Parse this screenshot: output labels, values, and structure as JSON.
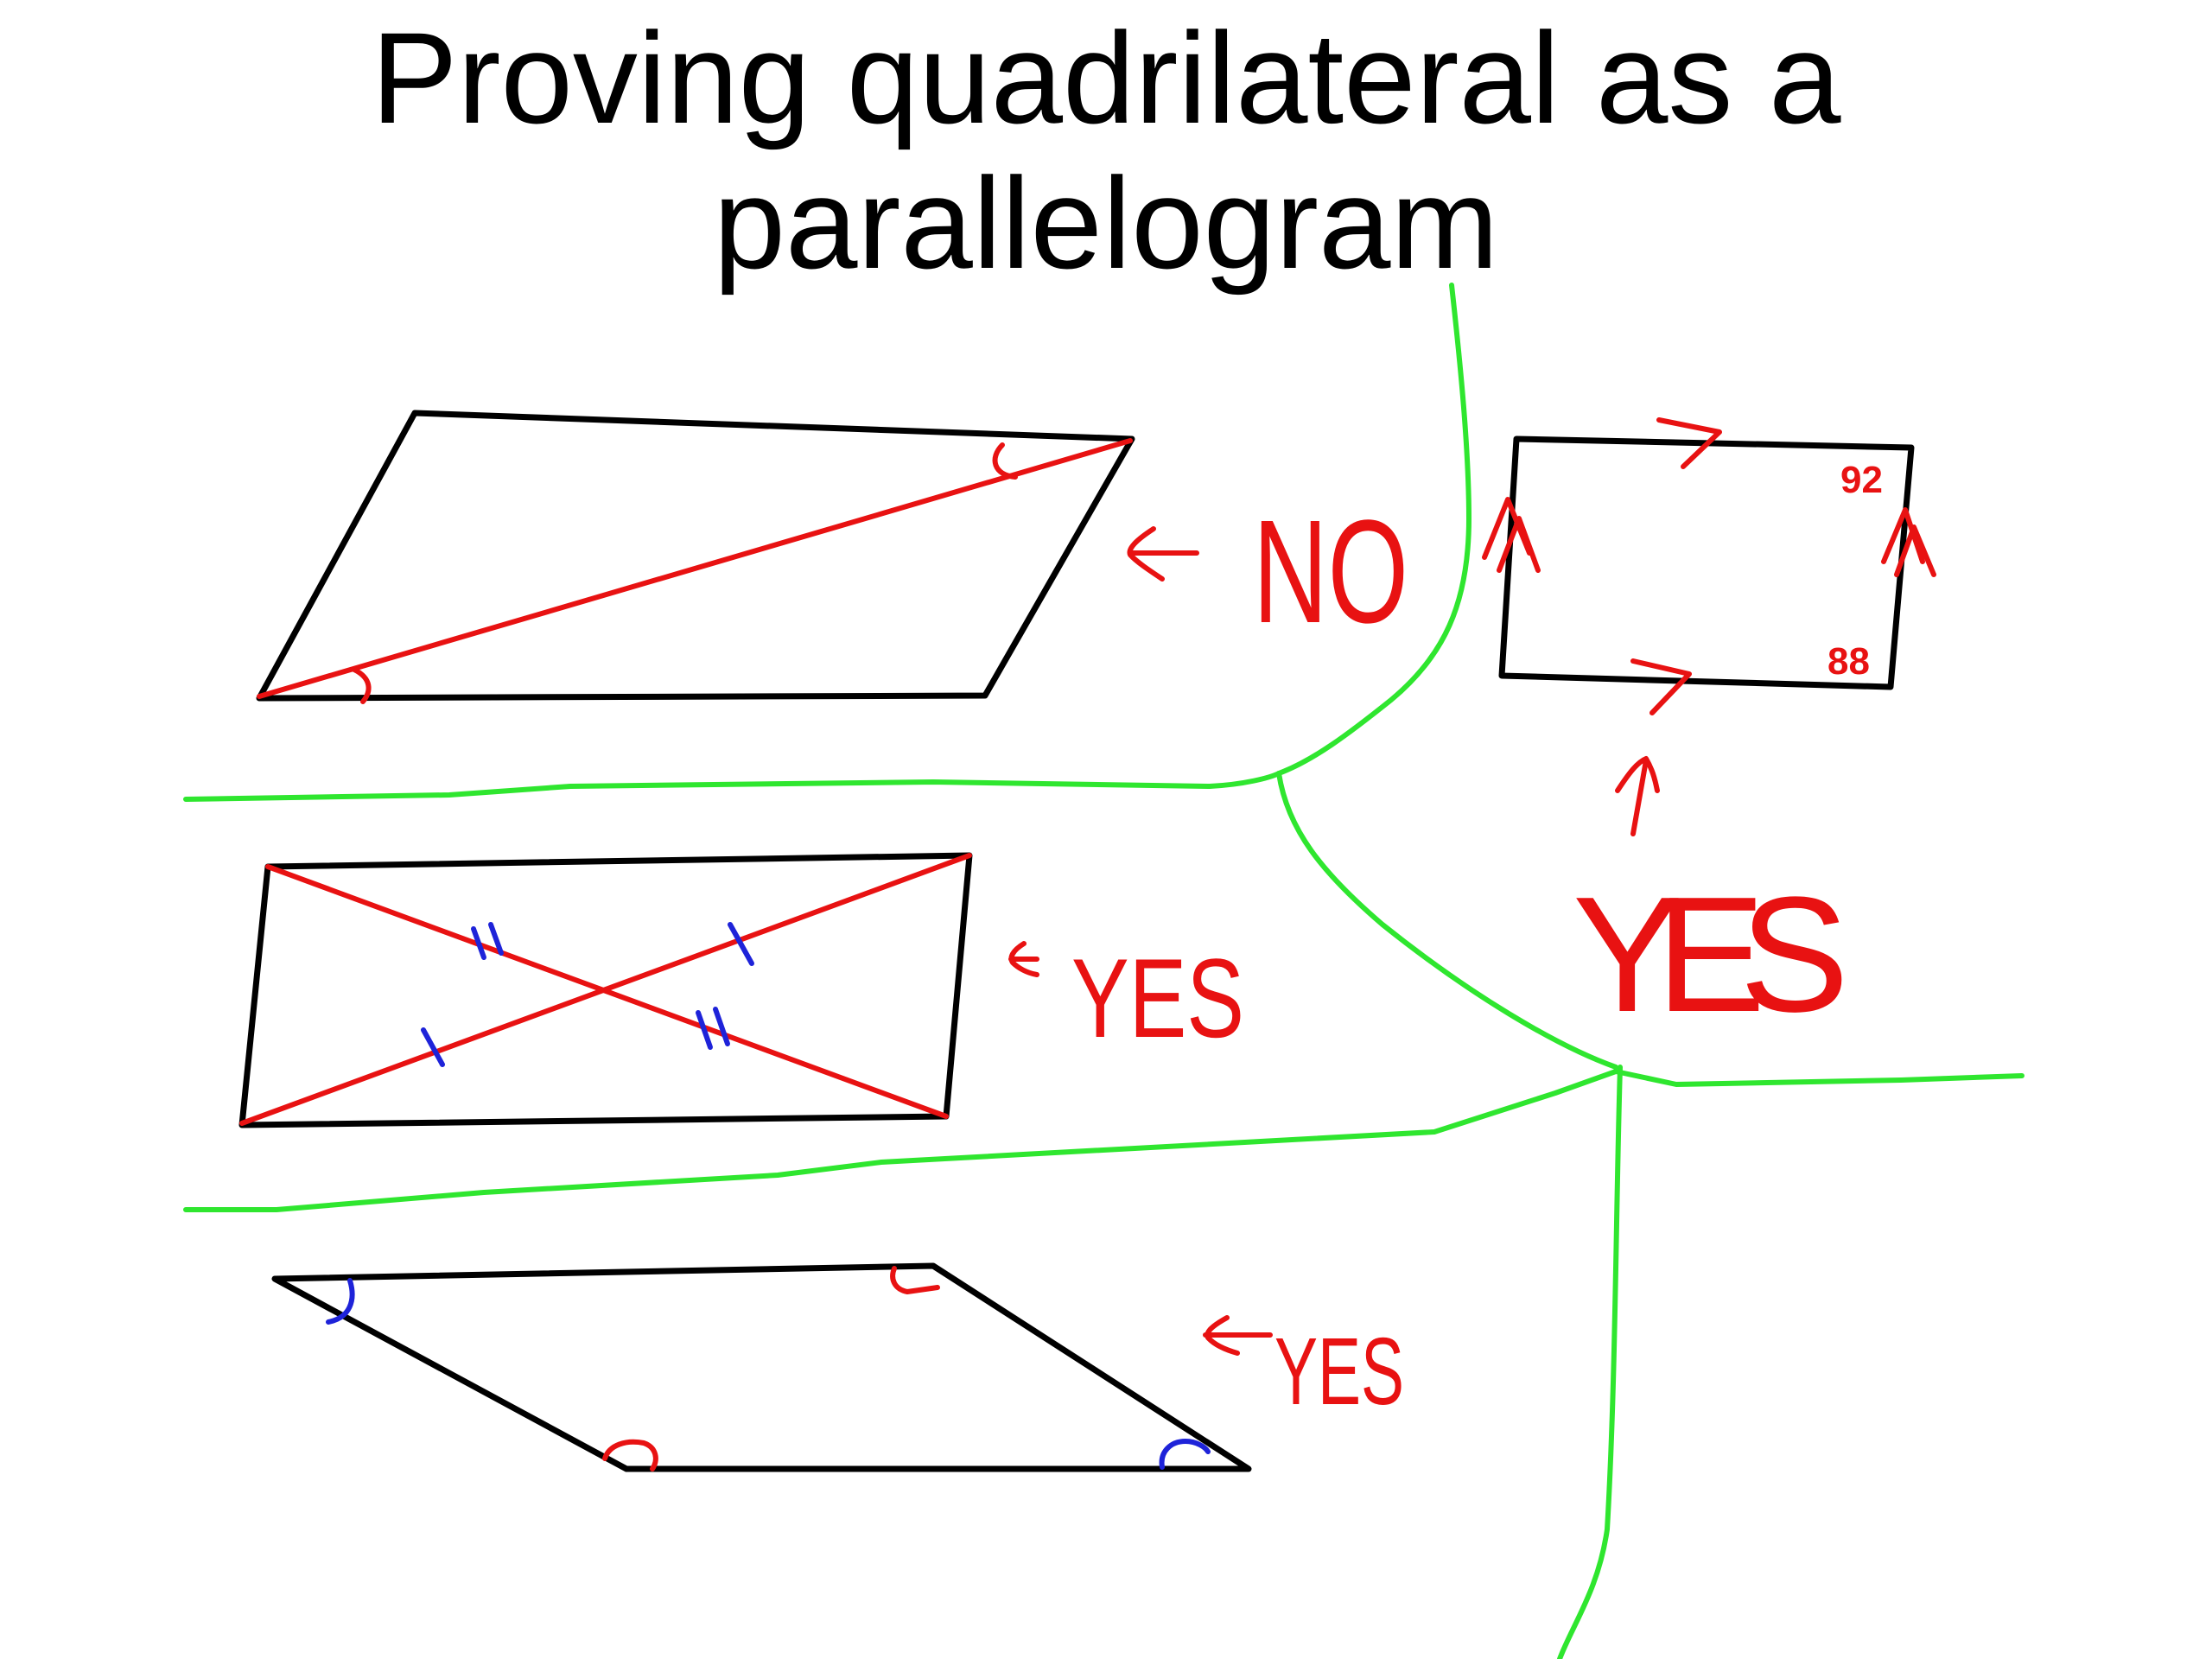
{
  "title": {
    "line1": "Proving quadrilateral as a",
    "line2": "parallelogram"
  },
  "labels": {
    "no": "NO",
    "yes_1": "YES",
    "yes_2": "YES",
    "yes_3": "YES",
    "angle_top": "92",
    "angle_bottom": "88"
  },
  "colors": {
    "shape": "#000000",
    "annotation": "#e81212",
    "tick_marks": "#1e23d9",
    "divider": "#2fe62f",
    "background": "#ffffff"
  }
}
